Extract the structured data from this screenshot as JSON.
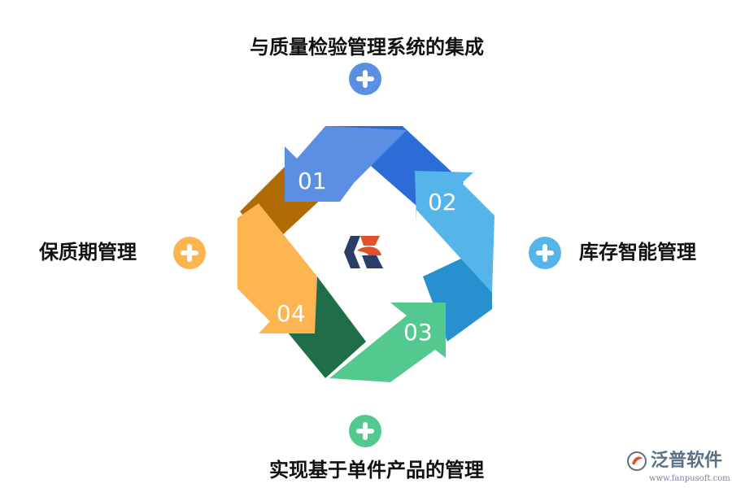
{
  "steps": [
    {
      "label": "与质量检验管理系统的集成",
      "number": "01",
      "color": "#5b8fe3",
      "dark": "#2d6bd6"
    },
    {
      "label": "库存智能管理",
      "number": "02",
      "color": "#56b5e8",
      "dark": "#2790cf"
    },
    {
      "label": "实现基于单件产品的管理",
      "number": "03",
      "color": "#53c98f",
      "dark": "#1f6e49"
    },
    {
      "label": "保质期管理",
      "number": "04",
      "color": "#fdb552",
      "dark": "#b06b05"
    }
  ],
  "brand": {
    "name": "泛普软件",
    "url": "www.fanpusoft.com"
  }
}
